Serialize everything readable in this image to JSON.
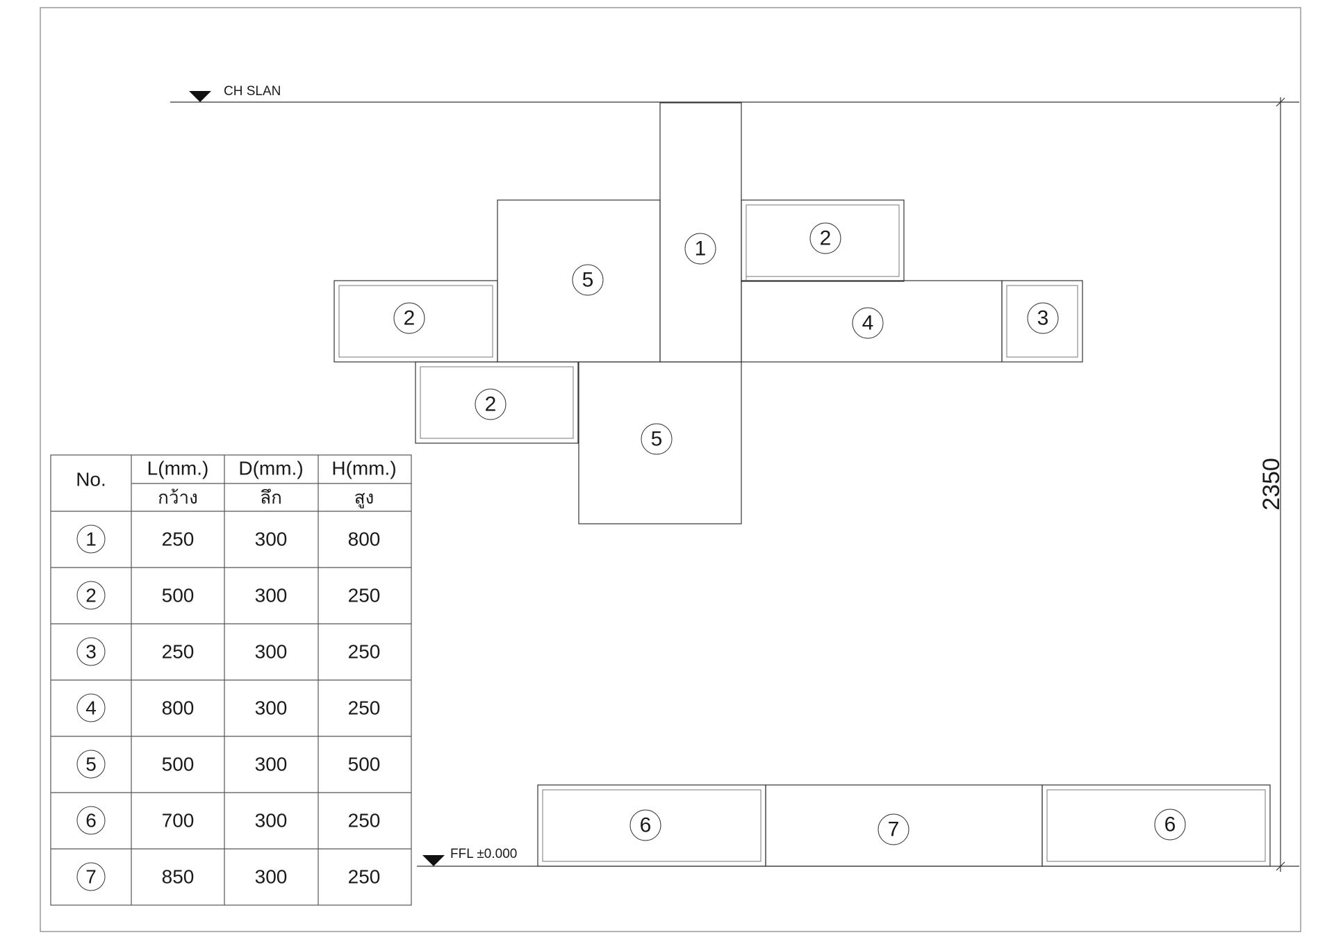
{
  "levels": {
    "top_label": "CH SLAN",
    "bottom_label": "FFL ±0.000"
  },
  "dimension": {
    "value": "2350"
  },
  "modules": [
    {
      "no": "1"
    },
    {
      "no": "2"
    },
    {
      "no": "2"
    },
    {
      "no": "2"
    },
    {
      "no": "3"
    },
    {
      "no": "4"
    },
    {
      "no": "5"
    },
    {
      "no": "5"
    },
    {
      "no": "6"
    },
    {
      "no": "7"
    },
    {
      "no": "6"
    }
  ],
  "table": {
    "headers": {
      "no": "No.",
      "l": "L(mm.)",
      "d": "D(mm.)",
      "h": "H(mm.)",
      "l_sub": "กว้าง",
      "d_sub": "ลึก",
      "h_sub": "สูง"
    },
    "rows": [
      {
        "no": "1",
        "l": "250",
        "d": "300",
        "h": "800"
      },
      {
        "no": "2",
        "l": "500",
        "d": "300",
        "h": "250"
      },
      {
        "no": "3",
        "l": "250",
        "d": "300",
        "h": "250"
      },
      {
        "no": "4",
        "l": "800",
        "d": "300",
        "h": "250"
      },
      {
        "no": "5",
        "l": "500",
        "d": "300",
        "h": "500"
      },
      {
        "no": "6",
        "l": "700",
        "d": "300",
        "h": "250"
      },
      {
        "no": "7",
        "l": "850",
        "d": "300",
        "h": "250"
      }
    ]
  }
}
